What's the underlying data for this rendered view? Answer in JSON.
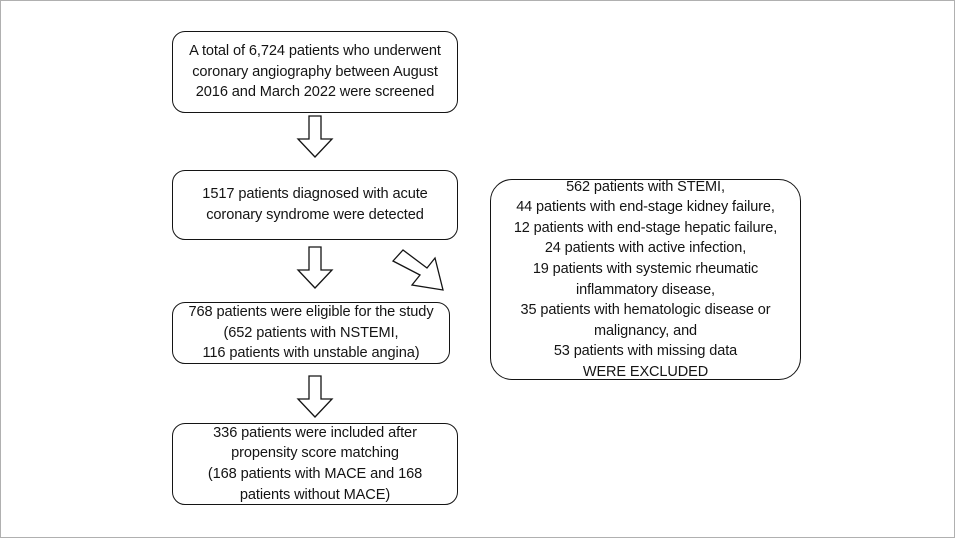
{
  "figure": {
    "title": "Patient selection flow diagram",
    "border_color": "#b0b0b0",
    "text_color": "#141414",
    "stroke_color": "#141414",
    "background_color": "#ffffff"
  },
  "flow": {
    "boxes": [
      {
        "id": "screened",
        "name": "screened-box",
        "text": "A total of 6,724 patients who underwent\ncoronary angiography between August\n2016 and March 2022 were screened",
        "lines": [
          "A total of 6,724 patients who underwent",
          "coronary angiography between August",
          "2016 and March 2022 were screened"
        ],
        "count": 6724
      },
      {
        "id": "acs",
        "name": "acute-coronary-syndrome-box",
        "text": "1517 patients diagnosed with acute\ncoronary syndrome were detected",
        "lines": [
          "1517 patients diagnosed with acute",
          "coronary syndrome were detected"
        ],
        "count": 1517
      },
      {
        "id": "eligible",
        "name": "eligible-box",
        "text": "768 patients were eligible for the study\n(652 patients with NSTEMI,\n116 patients with unstable angina)",
        "lines": [
          "768 patients were eligible for the study",
          "(652 patients with NSTEMI,",
          "116 patients with unstable angina)"
        ],
        "count": 768,
        "nstemi": 652,
        "unstable_angina": 116
      },
      {
        "id": "matched",
        "name": "propensity-matched-box",
        "text": "336 patients were included after\npropensity score matching\n(168 patients with MACE and 168\npatients without MACE)",
        "lines": [
          "336 patients were included after",
          "propensity score matching",
          "(168 patients with MACE and 168",
          "patients without MACE)"
        ],
        "count": 336,
        "with_mace": 168,
        "without_mace": 168
      }
    ],
    "excluded_box": {
      "id": "excluded",
      "name": "excluded-box",
      "text": "562 patients with STEMI,\n44 patients with end-stage kidney failure,\n12 patients with end-stage hepatic failure,\n24 patients with active infection,\n19 patients with systemic rheumatic\ninflammatory disease,\n35 patients with hematologic disease or\nmalignancy, and\n53 patients with missing data\nWERE EXCLUDED",
      "lines": [
        "562 patients with STEMI,",
        "44 patients with end-stage kidney failure,",
        "12 patients with end-stage hepatic failure,",
        "24 patients with active infection,",
        "19 patients with systemic rheumatic",
        "inflammatory disease,",
        "35 patients with hematologic disease or",
        "malignancy, and",
        "53 patients with missing data",
        "WERE EXCLUDED"
      ],
      "reasons": [
        {
          "label": "STEMI",
          "count": 562
        },
        {
          "label": "end-stage kidney failure",
          "count": 44
        },
        {
          "label": "end-stage hepatic failure",
          "count": 12
        },
        {
          "label": "active infection",
          "count": 24
        },
        {
          "label": "systemic rheumatic inflammatory disease",
          "count": 19
        },
        {
          "label": "hematologic disease or malignancy",
          "count": 35
        },
        {
          "label": "missing data",
          "count": 53
        }
      ],
      "footer": "WERE EXCLUDED"
    },
    "arrows": [
      {
        "id": "arrow-1",
        "name": "down-arrow-screened-to-acs",
        "direction": "down"
      },
      {
        "id": "arrow-2",
        "name": "down-arrow-acs-to-eligible",
        "direction": "down"
      },
      {
        "id": "arrow-3",
        "name": "down-arrow-eligible-to-matched",
        "direction": "down"
      },
      {
        "id": "arrow-diagonal",
        "name": "diagonal-arrow-to-excluded",
        "direction": "down-right"
      }
    ]
  }
}
